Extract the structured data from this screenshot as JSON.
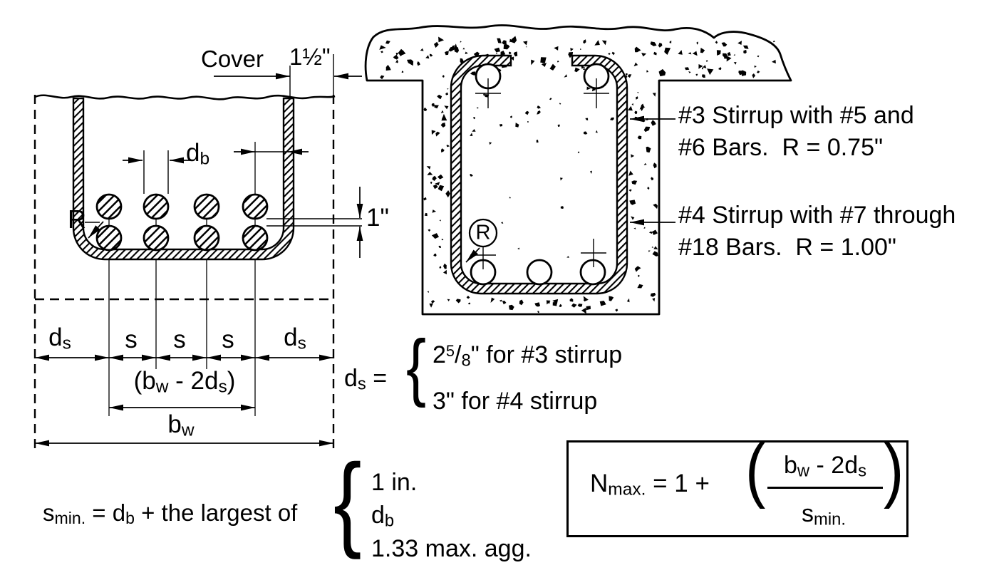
{
  "colors": {
    "ink": "#000000",
    "paper": "#ffffff"
  },
  "left_figure": {
    "cover_label": "Cover",
    "cover_value": "1½\"",
    "bar_diameter": {
      "base": "d",
      "sub": "b"
    },
    "bar_gap": "1\"",
    "bend_radius": "R",
    "dims": {
      "ds_left": {
        "base": "d",
        "sub": "s"
      },
      "s1": "s",
      "s2": "s",
      "s3": "s",
      "ds_right": {
        "base": "d",
        "sub": "s"
      },
      "inner_width": {
        "p1": "(b",
        "s1": "w",
        "p2": " - 2d",
        "s2": "s",
        "p3": ")"
      },
      "web_width": {
        "base": "b",
        "sub": "w"
      }
    }
  },
  "right_figure": {
    "bend_radius": "R",
    "note_small": {
      "line1": "#3 Stirrup with #5 and",
      "line2": "#6 Bars.  R = 0.75\""
    },
    "note_large": {
      "line1": "#4 Stirrup with #7 through",
      "line2": "#18 Bars.  R = 1.00\""
    }
  },
  "formulas": {
    "ds": {
      "lhs_base": "d",
      "lhs_sub": "s",
      "eq": " =",
      "brace": "{",
      "opt1": {
        "p1": "2",
        "sup": "5",
        "slash": "/",
        "sub": "8",
        "rest": "\" for #3 stirrup"
      },
      "opt2": "3\" for #4 stirrup"
    },
    "smin": {
      "lhs_base": "s",
      "lhs_sub": "min.",
      "mid1": " = d",
      "mid1_sub": "b",
      "mid2": " + the largest of",
      "brace": "{",
      "opt1": "1 in.",
      "opt2_base": "d",
      "opt2_sub": "b",
      "opt3": "1.33 max. agg."
    },
    "nmax": {
      "lhs_base": "N",
      "lhs_sub": "max.",
      "eq": " = 1 + ",
      "paren_open": "(",
      "paren_close": ")",
      "num": {
        "p1": "b",
        "s1": "w",
        "p2": " - 2d",
        "s2": "s"
      },
      "den_base": "s",
      "den_sub": "min."
    }
  }
}
